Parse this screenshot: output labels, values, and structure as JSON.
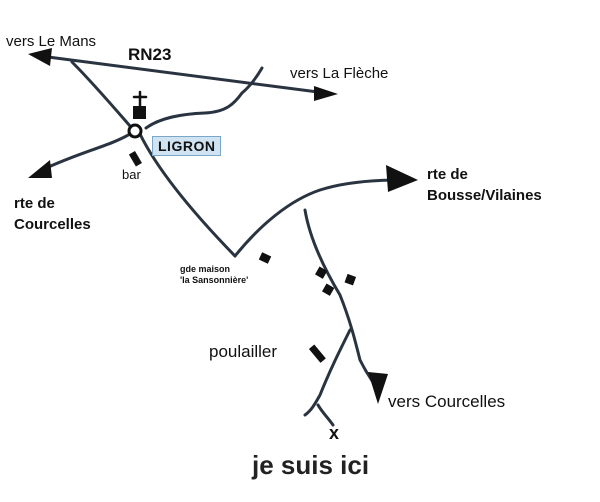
{
  "labels": {
    "to_le_mans": "vers Le Mans",
    "road_name": "RN23",
    "to_la_fleche": "vers La Flèche",
    "village": "LIGRON",
    "bar": "bar",
    "to_courcelles_west": "rte de\nCourcelles",
    "to_bousse_vilaines": "rte de\nBousse/Vilaines",
    "big_house": "gde maison\n'la Sansonnière'",
    "henhouse": "poulailler",
    "to_courcelles_south": "vers Courcelles",
    "destination_mark": "x",
    "you_are_here": "je suis ici"
  },
  "colors": {
    "ink": "#111111",
    "road": "#2a3440",
    "village_box_fill": "#cfe3f2",
    "village_box_border": "#7aa6c8",
    "background": "#ffffff"
  },
  "icons": {
    "church": "church-cross-icon",
    "roundabout": "roundabout-icon",
    "arrow": "arrowhead-icon"
  }
}
